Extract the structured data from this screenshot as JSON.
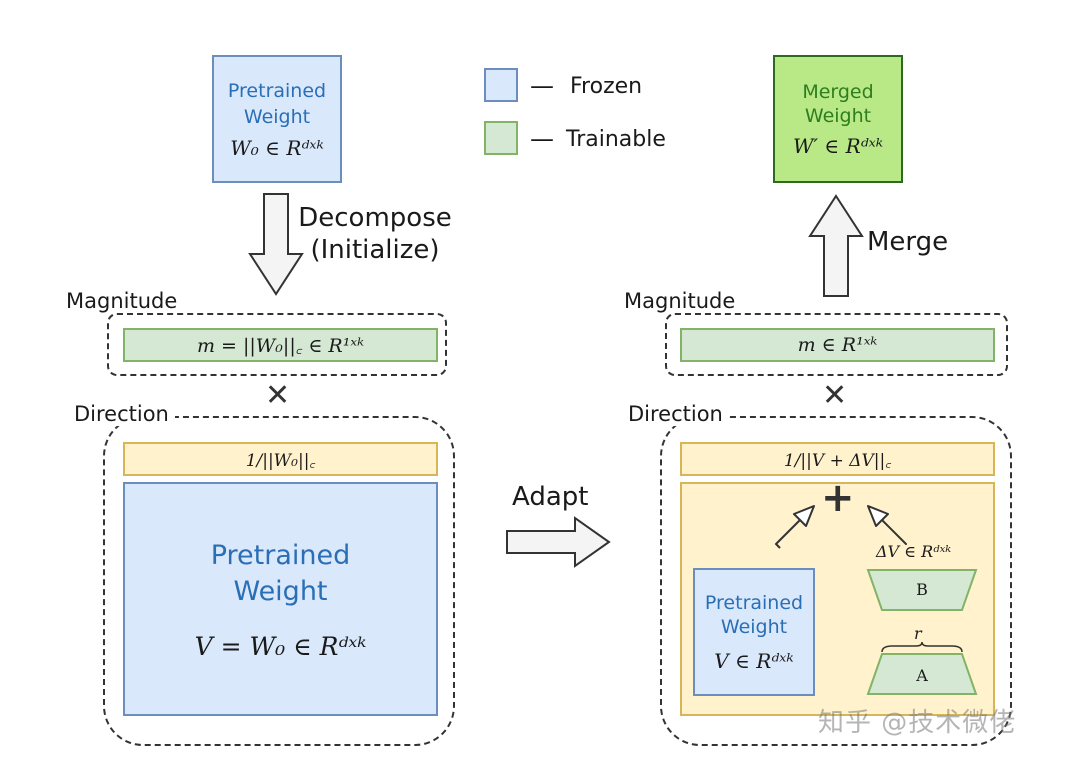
{
  "legend": {
    "frozen_label": "Frozen",
    "trainable_label": "Trainable",
    "dash": "—"
  },
  "left": {
    "pretrained_title": "Pretrained\nWeight",
    "pretrained_formula": "W₀ ∈ Rᵈˣᵏ",
    "decompose_label": "Decompose\n(Initialize)",
    "magnitude_label": "Magnitude",
    "magnitude_formula": "m = ||W₀||꜀ ∈ R¹ˣᵏ",
    "direction_label": "Direction",
    "norm_formula": "1/||W₀||꜀",
    "direction_title": "Pretrained\nWeight",
    "direction_formula": "V = W₀ ∈ Rᵈˣᵏ"
  },
  "adapt_label": "Adapt",
  "right": {
    "merged_title": "Merged\nWeight",
    "merged_formula": "W′ ∈ Rᵈˣᵏ",
    "merge_label": "Merge",
    "magnitude_label": "Magnitude",
    "magnitude_formula": "m ∈ R¹ˣᵏ",
    "direction_label": "Direction",
    "norm_formula": "1/||V + ΔV||꜀",
    "plus": "+",
    "delta_formula": "ΔV ∈ Rᵈˣᵏ",
    "b_label": "B",
    "a_label": "A",
    "r_label": "r",
    "pretrained_title": "Pretrained\nWeight",
    "pretrained_formula": "V ∈ Rᵈˣᵏ"
  },
  "cross_symbol": "✕",
  "watermark": "知乎 @技术微佬",
  "colors": {
    "frozen_fill": "#dae8fc",
    "frozen_border": "#6c8ebf",
    "trainable_fill": "#d5e8d4",
    "trainable_border": "#82b366",
    "norm_fill": "#fff2cc",
    "norm_border": "#d6b656",
    "merged_fill": "#b8e986",
    "title_blue": "#2a6fb5",
    "title_green": "#2e7d1f"
  }
}
